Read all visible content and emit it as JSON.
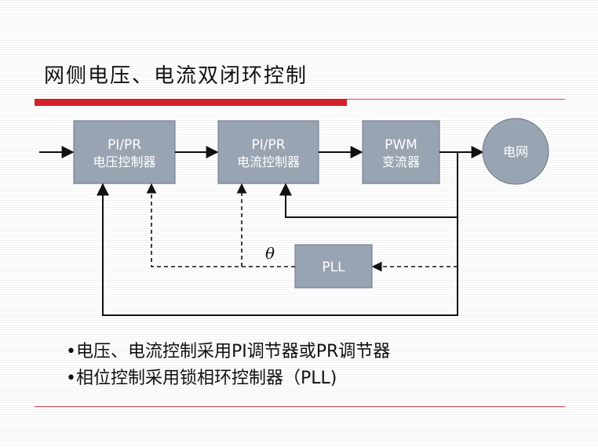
{
  "title": "网侧电压、电流双闭环控制",
  "diagram": {
    "blocks": {
      "voltage_ctrl": {
        "line1": "PI/PR",
        "line2": "电压控制器"
      },
      "current_ctrl": {
        "line1": "PI/PR",
        "line2": "电流控制器"
      },
      "pwm": {
        "line1": "PWM",
        "line2": "变流器"
      },
      "grid": {
        "label": "电网"
      },
      "pll": {
        "label": "PLL"
      }
    },
    "theta": "θ"
  },
  "bullets": [
    "•电压、电流控制采用PI调节器或PR调节器",
    "•相位控制采用锁相环控制器（PLL)"
  ],
  "colors": {
    "block_fill": "#99a4b2",
    "block_stroke": "#6b7686",
    "accent_red": "#d4202a"
  }
}
